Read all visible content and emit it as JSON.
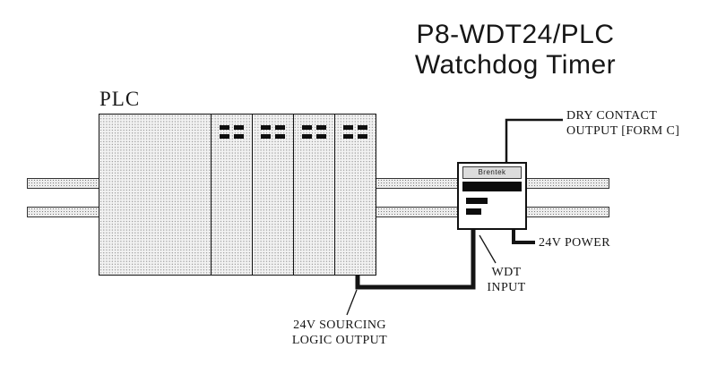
{
  "title": {
    "line1": "P8-WDT24/PLC",
    "line2": "Watchdog Timer"
  },
  "plc": {
    "label": "PLC"
  },
  "device": {
    "brand": "Brentek"
  },
  "annotations": {
    "dry_contact": {
      "line1": "DRY CONTACT",
      "line2": "OUTPUT [FORM C]"
    },
    "power": {
      "label": "24V POWER"
    },
    "wdt_input": {
      "line1": "WDT",
      "line2": "INPUT"
    },
    "sourcing": {
      "line1": "24V SOURCING",
      "line2": "LOGIC OUTPUT"
    }
  },
  "colors": {
    "ink": "#161616",
    "device_band": "#0d0d0d"
  }
}
